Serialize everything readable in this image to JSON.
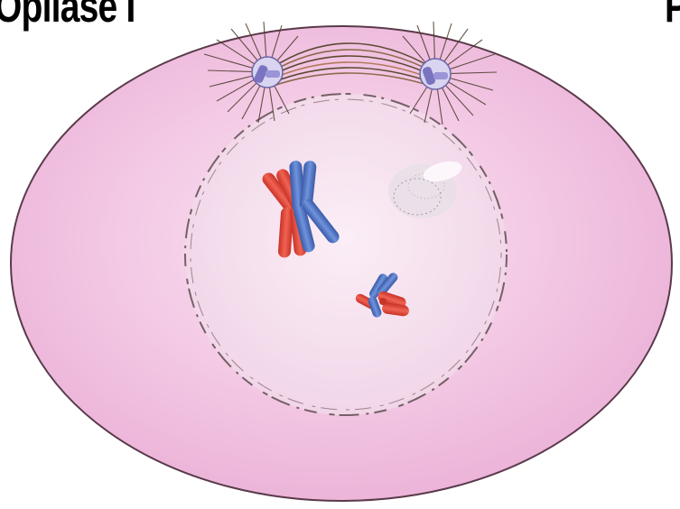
{
  "heading": {
    "left_text": "Opliase I",
    "right_text": "P"
  },
  "colors": {
    "cytoplasm": "#f3c9e6",
    "cell_outline": "#5a3a4a",
    "nucleus": "#f7e3ef",
    "chromatid_red": "#e2473a",
    "chromatid_blue": "#4a6fc0",
    "centrosome": "#8a86c9",
    "spindle": "#5b4a32"
  },
  "icons": [
    "centrosome-left",
    "centrosome-right",
    "chromosome-pair-large",
    "chromosome-pair-small",
    "nucleolus"
  ]
}
